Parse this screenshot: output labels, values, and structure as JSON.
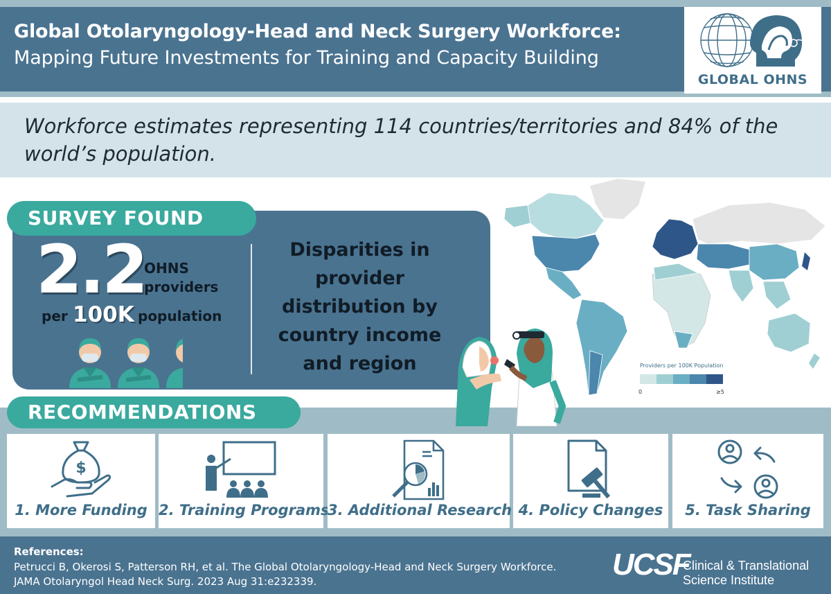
{
  "header": {
    "title_line_1": "Global Otolaryngology-Head and Neck Surgery Workforce:",
    "title_line_2": "Mapping Future Investments for Training and Capacity Building",
    "logo_text": "GLOBAL OHNS"
  },
  "statement": "Workforce estimates representing 114 countries/territories and 84% of the world’s population.",
  "survey": {
    "title": "SURVEY FOUND",
    "stat_number": "2.2",
    "stat_unit_line_1": "OHNS",
    "stat_unit_line_2": "providers",
    "stat_per": "per",
    "stat_100k": "100K",
    "stat_population": "population",
    "disparities": "Disparities in provider distribution by country income and region"
  },
  "map": {
    "legend_title": "Providers per 100K Population",
    "legend_min": "0",
    "legend_max": "≥5",
    "legend_colors": [
      "#d3e8e6",
      "#9fcfd3",
      "#6aaec3",
      "#4b86ad",
      "#2f5688"
    ]
  },
  "recommendations": {
    "title": "RECOMMENDATIONS",
    "items": [
      {
        "label": "1. More Funding",
        "icon": "money-bag-hand-icon"
      },
      {
        "label": "2. Training Programs",
        "icon": "classroom-icon"
      },
      {
        "label": "3. Additional Research",
        "icon": "research-magnifier-icon"
      },
      {
        "label": "4. Policy Changes",
        "icon": "gavel-document-icon"
      },
      {
        "label": "5. Task Sharing",
        "icon": "user-exchange-icon"
      }
    ]
  },
  "footer": {
    "ref_heading": "References:",
    "ref_text": "Petrucci B, Okerosi S, Patterson RH, et al. The Global Otolaryngology-Head and Neck Surgery Workforce. JAMA Otolaryngol Head Neck Surg. 2023 Aug 31:e232339.",
    "ucsf": "UCSF",
    "institute_line_1": "Clinical & Translational",
    "institute_line_2": "Science Institute"
  },
  "colors": {
    "primary": "#4a7390",
    "accent": "#3aa99e",
    "light_band": "#d4e3ea",
    "mid_band": "#9fbcc6"
  }
}
